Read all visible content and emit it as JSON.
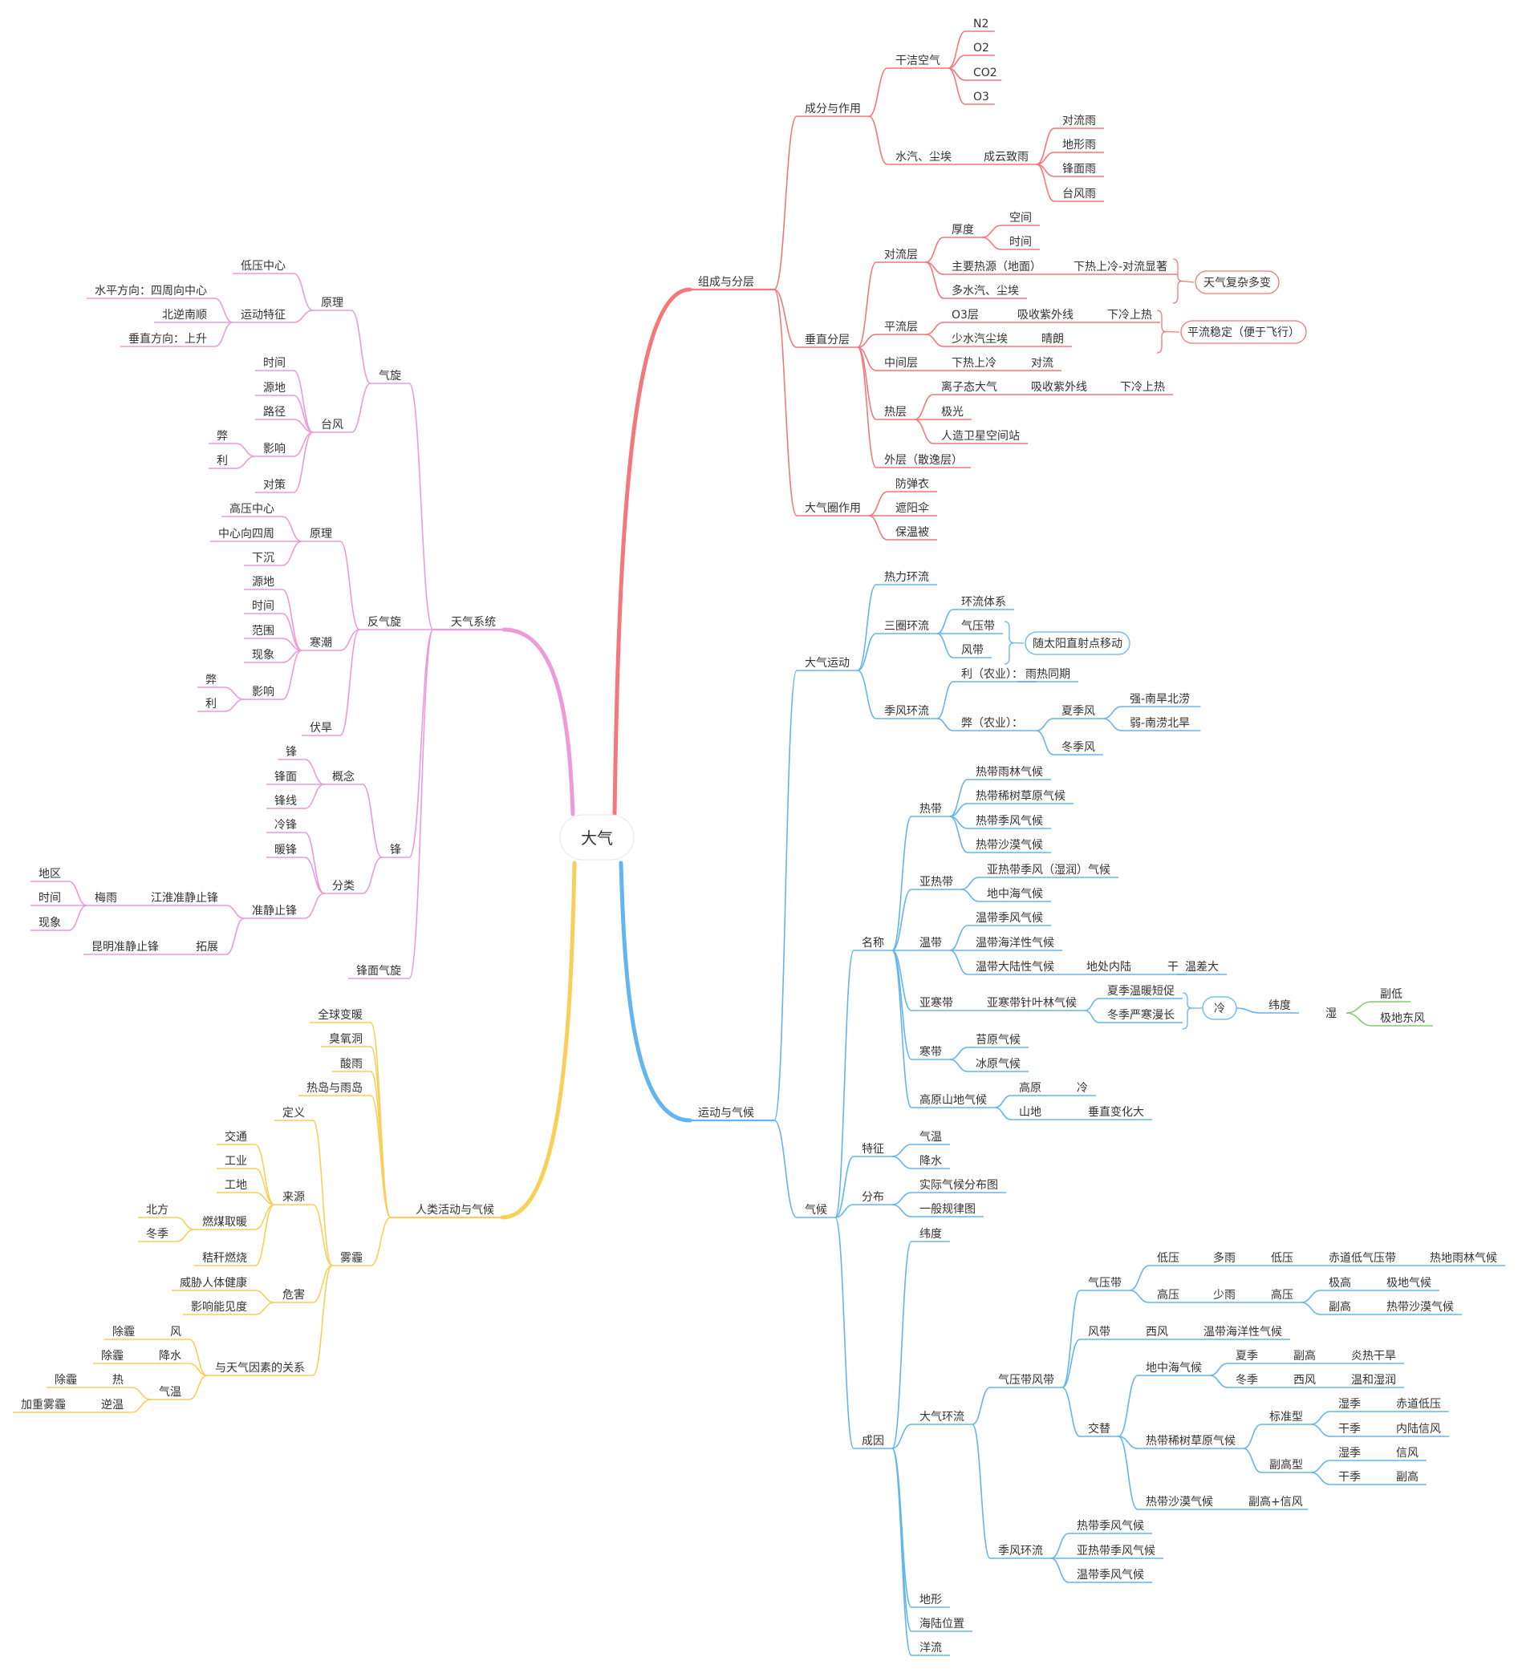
{
  "colors": {
    "red": "#f47779",
    "pink": "#ec9ad8",
    "blue": "#64b5ee",
    "yellow": "#f9cf5a",
    "green": "#7fcf6d",
    "text": "#333333",
    "root_shadow": "#e4e4e4"
  },
  "root": "大气",
  "branches": {
    "b1": {
      "label": "组成与分层",
      "c1": {
        "label": "成分与作用",
        "a": {
          "label": "干洁空气",
          "n2": "N2",
          "o2": "O2",
          "co2": "CO2",
          "o3": "O3"
        },
        "b": {
          "label": "水汽、尘埃",
          "sub": "成云致雨",
          "r1": "对流雨",
          "r2": "地形雨",
          "r3": "锋面雨",
          "r4": "台风雨"
        }
      },
      "c2": {
        "label": "垂直分层",
        "dl": {
          "label": "对流层",
          "hd": "厚度",
          "hd1": "空间",
          "hd2": "时间",
          "rl": "主要热源（地面）",
          "rl1": "下热上冷-对流显著",
          "ds": "多水汽、尘埃"
        },
        "note1": "天气复杂多变",
        "pl": {
          "label": "平流层",
          "o3": "O3层",
          "o3a": "吸收紫外线",
          "o3b": "下冷上热",
          "ss": "少水汽尘埃",
          "ssa": "晴朗"
        },
        "note2": "平流稳定（便于飞行）",
        "zj": {
          "label": "中间层",
          "a": "下热上冷",
          "b": "对流"
        },
        "rc": {
          "label": "热层",
          "lz": "离子态大气",
          "lza": "吸收紫外线",
          "lzb": "下冷上热",
          "jg": "极光",
          "wx": "人造卫星空间站"
        },
        "wc": "外层（散逸层）"
      },
      "c3": {
        "label": "大气圈作用",
        "a": "防弹衣",
        "b": "遮阳伞",
        "c": "保温被"
      }
    },
    "b2": {
      "label": "运动与气候",
      "yd": {
        "label": "大气运动",
        "rl": "热力环流",
        "sq": {
          "label": "三圈环流",
          "a": "环流体系",
          "b": "气压带",
          "c": "风带"
        },
        "note": "随太阳直射点移动",
        "jf": {
          "label": "季风环流",
          "li": "利（农业）：",
          "lia": "雨热同期",
          "bi": "弊（农业）：",
          "xj": "夏季风",
          "xja": "强-南旱北涝",
          "xjb": "弱-南涝北旱",
          "dj": "冬季风"
        }
      },
      "qh": {
        "label": "气候",
        "mc": {
          "label": "名称",
          "rd": {
            "label": "热带",
            "a": "热带雨林气候",
            "b": "热带稀树草原气候",
            "c": "热带季风气候",
            "d": "热带沙漠气候"
          },
          "yrd": {
            "label": "亚热带",
            "a": "亚热带季风（湿润）气候",
            "b": "地中海气候"
          },
          "wd": {
            "label": "温带",
            "a": "温带季风气候",
            "b": "温带海洋性气候",
            "c": "温带大陆性气候",
            "c1": "地处内陆",
            "c2": "干",
            "c3": "温差大"
          },
          "yhd": {
            "label": "亚寒带",
            "a": "亚寒带针叶林气候",
            "a1": "夏季温暖短促",
            "a2": "冬季严寒漫长",
            "cold": "冷",
            "wd": "纬度",
            "shi": "湿",
            "s1": "副低",
            "s2": "极地东风"
          },
          "hd": {
            "label": "寒带",
            "a": "苔原气候",
            "b": "冰原气候"
          },
          "gy": {
            "label": "高原山地气候",
            "a": "高原",
            "a1": "冷",
            "b": "山地",
            "b1": "垂直变化大"
          }
        },
        "tz": {
          "label": "特征",
          "a": "气温",
          "b": "降水"
        },
        "fb": {
          "label": "分布",
          "a": "实际气候分布图",
          "b": "一般规律图"
        },
        "cy": {
          "label": "成因",
          "wd": "纬度",
          "dq": {
            "label": "大气环流",
            "qy": {
              "label": "气压带风带",
              "qyd": {
                "label": "气压带",
                "dy": "低压",
                "dy1": "多雨",
                "dy2": "低压",
                "dy3": "赤道低气压带",
                "dy4": "热地雨林气候",
                "gy": "高压",
                "gy1": "少雨",
                "gy2": "高压",
                "gy3": "极高",
                "gy3a": "极地气候",
                "gy4": "副高",
                "gy4a": "热带沙漠气候"
              },
              "fd": {
                "label": "风带",
                "a": "西风",
                "b": "温带海洋性气候"
              },
              "jt": {
                "label": "交替",
                "dzh": {
                  "label": "地中海气候",
                  "x": "夏季",
                  "xa": "副高",
                  "xb": "炎热干旱",
                  "d": "冬季",
                  "da": "西风",
                  "db": "温和湿润"
                },
                "xs": {
                  "label": "热带稀树草原气候",
                  "bz": "标准型",
                  "bz1": "湿季",
                  "bz1a": "赤道低压",
                  "bz2": "干季",
                  "bz2a": "内陆信风",
                  "fg": "副高型",
                  "fg1": "湿季",
                  "fg1a": "信风",
                  "fg2": "干季",
                  "fg2a": "副高"
                },
                "sm": {
                  "label": "热带沙漠气候",
                  "a": "副高+信风"
                }
              }
            },
            "jf": {
              "label": "季风环流",
              "a": "热带季风气候",
              "b": "亚热带季风气候",
              "c": "温带季风气候"
            }
          },
          "dx": "地形",
          "hl": "海陆位置",
          "yl": "洋流"
        }
      }
    },
    "b3": {
      "label": "天气系统",
      "qx": {
        "label": "气旋",
        "yl": {
          "label": "原理",
          "a": "低压中心",
          "b": "运动特征",
          "b1": "水平方向：四周向中心",
          "b2": "北逆南顺",
          "b3": "垂直方向：上升"
        },
        "tf": {
          "label": "台风",
          "a": "时间",
          "b": "源地",
          "c": "路径",
          "d": "影响",
          "d1": "弊",
          "d2": "利",
          "e": "对策"
        }
      },
      "fq": {
        "label": "反气旋",
        "yl": {
          "label": "原理",
          "a": "高压中心",
          "b": "中心向四周",
          "c": "下沉"
        },
        "hc": {
          "label": "寒潮",
          "a": "源地",
          "b": "时间",
          "c": "范围",
          "d": "现象",
          "e": "影响",
          "e1": "弊",
          "e2": "利"
        },
        "fh": "伏旱"
      },
      "feng": {
        "label": "锋",
        "gn": {
          "label": "概念",
          "a": "锋",
          "b": "锋面",
          "c": "锋线"
        },
        "fl": {
          "label": "分类",
          "a": "冷锋",
          "b": "暖锋"
        },
        "zj": {
          "label": "准静止锋",
          "my": "梅雨",
          "my1": "地区",
          "my2": "时间",
          "my3": "现象",
          "jh": "江淮准静止锋",
          "kz": "拓展",
          "km": "昆明准静止锋"
        }
      },
      "fmqx": "锋面气旋"
    },
    "b4": {
      "label": "人类活动与气候",
      "a": "全球变暖",
      "b": "臭氧洞",
      "c": "酸雨",
      "d": "热岛与雨岛",
      "wm": {
        "label": "雾霾",
        "dy": "定义",
        "ly": {
          "label": "来源",
          "a": "交通",
          "b": "工业",
          "c": "工地",
          "d": "燃煤取暖",
          "d1": "北方",
          "d2": "冬季",
          "e": "秸秆燃烧"
        },
        "wh": {
          "label": "危害",
          "a": "威胁人体健康",
          "b": "影响能见度"
        },
        "gx": {
          "label": "与天气因素的关系",
          "f": "风",
          "fa": "除霾",
          "js": "降水",
          "jsa": "除霾",
          "qw": "气温",
          "r": "热",
          "ra": "除霾",
          "nw": "逆温",
          "nwa": "加重雾霾"
        }
      }
    }
  }
}
